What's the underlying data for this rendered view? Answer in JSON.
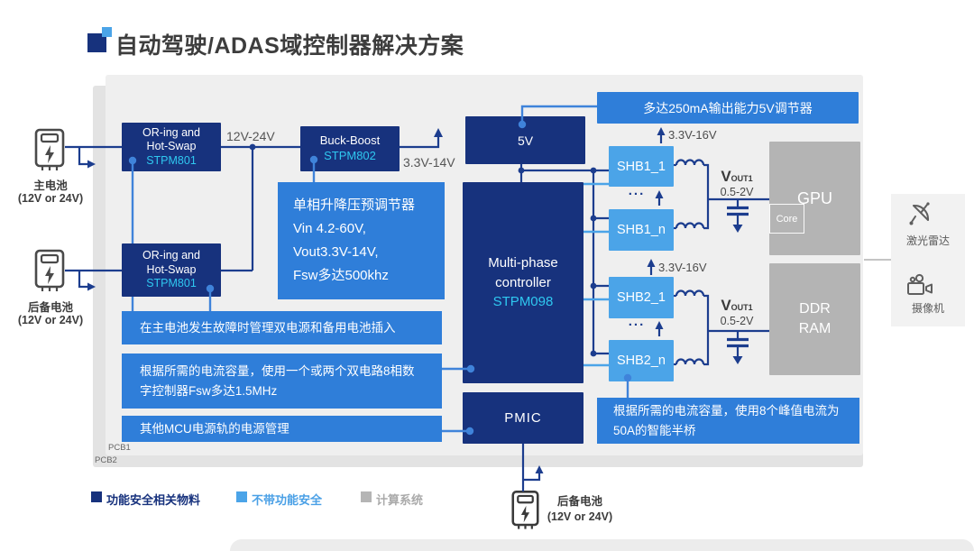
{
  "title": "自动驾驶/ADAS域控制器解决方案",
  "colors": {
    "safety_navy": "#17327d",
    "no_safety_blue": "#4ba4e8",
    "note_blue": "#2f7ed9",
    "part_cyan": "#2fc8f0",
    "compute_gray": "#b4b4b4",
    "line_navy": "#1c3d8e"
  },
  "pcb": {
    "pcb1": "PCB1",
    "pcb2": "PCB2"
  },
  "batteries": {
    "main": {
      "name": "主电池",
      "range": "(12V or 24V)"
    },
    "backup": {
      "name": "后备电池",
      "range": "(12V or 24V)"
    },
    "bottom": {
      "name": "后备电池",
      "range": "(12V or 24V)"
    }
  },
  "blocks": {
    "oring1": {
      "l1": "OR-ing and",
      "l2": "Hot-Swap",
      "part": "STPM801"
    },
    "oring2": {
      "l1": "OR-ing and",
      "l2": "Hot-Swap",
      "part": "STPM801"
    },
    "buck_boost": {
      "l1": "Buck-Boost",
      "part": "STPM802"
    },
    "reg5v": "5V",
    "controller": {
      "l1": "Multi-phase",
      "l2": "controller",
      "part": "STPM098"
    },
    "pmic": "PMIC",
    "shb1_1": "SHB1_1",
    "shb1_n": "SHB1_n",
    "shb2_1": "SHB2_1",
    "shb2_n": "SHB2_n",
    "gpu": "GPU",
    "core": "Core",
    "ddr_l1": "DDR",
    "ddr_l2": "RAM"
  },
  "rails": {
    "in": "12V-24V",
    "buck_out": "3.3V-14V",
    "shb_in": "3.3V-16V",
    "vout_v": "V",
    "vout_sub": "OUT1",
    "vout_range": "0.5-2V",
    "dots": "..."
  },
  "notes": {
    "banner": "多达250mA输出能力5V调节器",
    "prereg_l1": "单相升降压预调节器",
    "prereg_l2": "Vin 4.2-60V,",
    "prereg_l3": "Vout3.3V-14V,",
    "prereg_l4": "Fsw多达500khz",
    "note1": "在主电池发生故障时管理双电源和备用电池插入",
    "note2": "根据所需的电流容量，使用一个或两个双电路8相数字控制器Fsw多达1.5MHz",
    "note3": "其他MCU电源轨的电源管理",
    "note4": "根据所需的电流容量，使用8个峰值电流为50A的智能半桥"
  },
  "sensors": {
    "lidar": "激光雷达",
    "camera": "摄像机"
  },
  "legend": {
    "safety": "功能安全相关物料",
    "no_safety": "不带功能安全",
    "compute": "计算系统"
  }
}
